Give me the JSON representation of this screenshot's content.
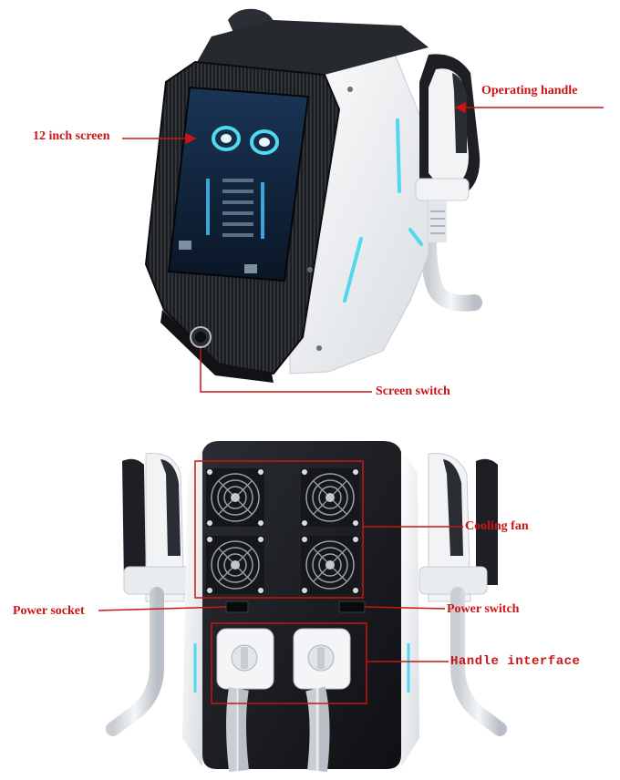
{
  "colors": {
    "annotation": "#cc1414",
    "body_dark": "#1b1d21",
    "body_white": "#f1f3f5",
    "screen_bg": "#0e2036",
    "accent_cyan": "#4fd8ef"
  },
  "front_view": {
    "labels": {
      "operating_handle": "Operating handle",
      "screen": "12 inch screen",
      "screen_switch": "Screen switch"
    }
  },
  "back_view": {
    "labels": {
      "cooling_fan": "Cooling fan",
      "power_socket": "Power socket",
      "power_switch": "Power switch",
      "handle_interface": "Handle interface"
    }
  }
}
